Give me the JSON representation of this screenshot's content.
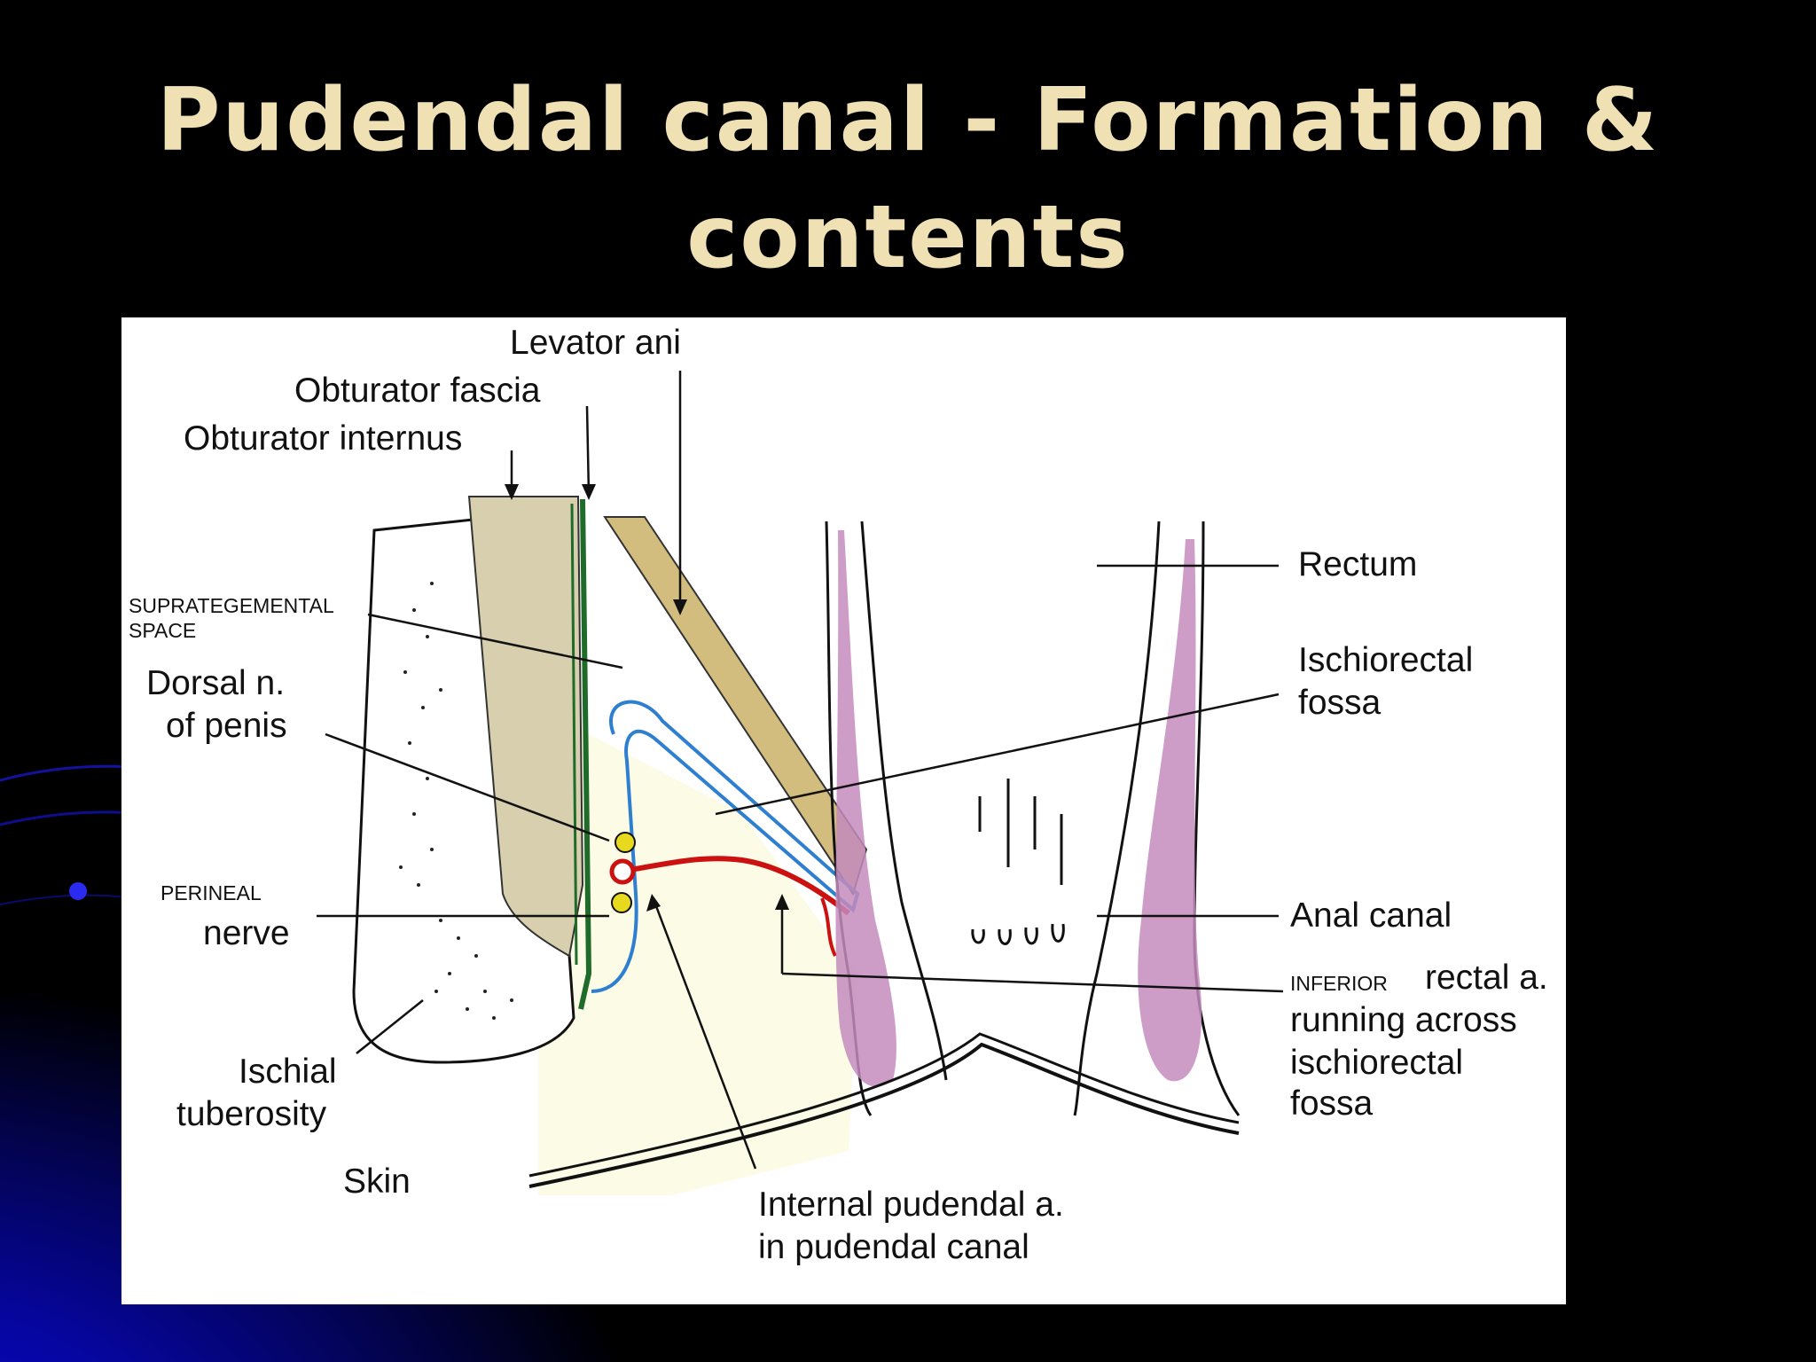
{
  "slide": {
    "title_line1": "Pudendal canal - Formation &",
    "title_line2": "contents"
  },
  "diagram": {
    "labels": {
      "levator_ani": "Levator ani",
      "obturator_fascia": "Obturator fascia",
      "obturator_internus": "Obturator internus",
      "suprategemental_1": "SUPRATEGEMENTAL",
      "suprategemental_2": "SPACE",
      "rectum": "Rectum",
      "ischiorectal_fossa_1": "Ischiorectal",
      "ischiorectal_fossa_2": "fossa",
      "dorsal_n_1": "Dorsal n.",
      "dorsal_n_2": "of penis",
      "perineal_1": "PERINEAL",
      "perineal_2": "nerve",
      "anal_canal": "Anal canal",
      "inferior": "INFERIOR",
      "rectal_a_1": "rectal a.",
      "rectal_a_2": "running across",
      "rectal_a_3": "ischiorectal",
      "rectal_a_4": "fossa",
      "ischial_1": "Ischial",
      "ischial_2": "tuberosity",
      "skin": "Skin",
      "internal_pudendal_1": "Internal pudendal a.",
      "internal_pudendal_2": "in pudendal canal"
    }
  },
  "colors": {
    "title": "#efe1b4",
    "muscle": "#d8cfaf",
    "levator": "#d2bd7e",
    "fascia": "#1e6b2a",
    "canal": "#2f7fd0",
    "artery": "#cc1111",
    "nerve": "#e6d91e",
    "rectal_wall": "#c48bbd",
    "fossa_fill": "#fbfbe6"
  }
}
